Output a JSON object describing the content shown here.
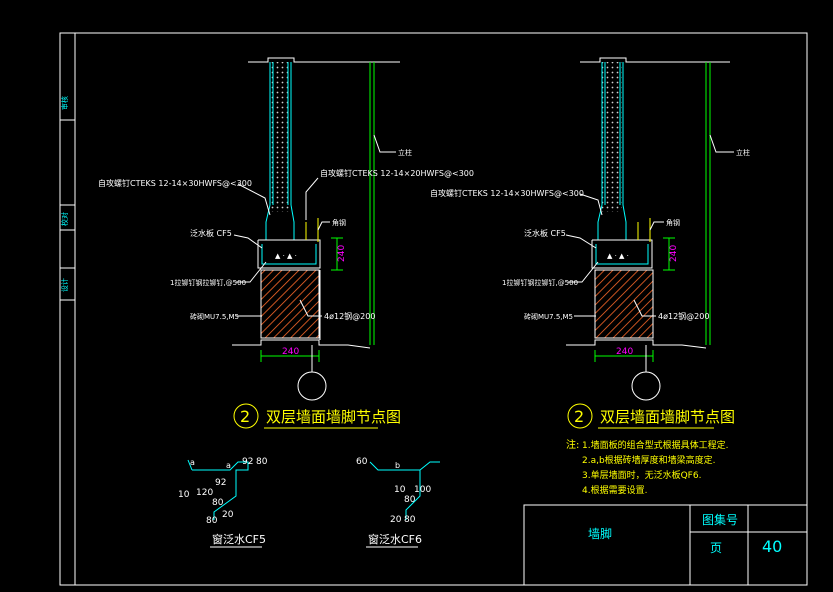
{
  "side_tabs": [
    "审核",
    "校对",
    "设计"
  ],
  "left_detail": {
    "callout_screw_upper": "自攻螺钉CTEKS 12-14×20HWFS@<300",
    "callout_screw_lower": "自攻螺钉CTEKS 12-14×30HWFS@<300",
    "label_flashing": "泛水板 CF5",
    "label_rivet": "1拉铆钉钢拉铆钉,@500",
    "label_masonry": "砖砌MU7.5,M5",
    "label_rebar": "4ø12钢@200",
    "label_angle": "角钢",
    "label_column": "立柱",
    "dim_width": "240",
    "dim_height": "240",
    "circle_number": "2",
    "title": "双层墙面墙脚节点图"
  },
  "right_detail": {
    "callout_screw_lower": "自攻螺钉CTEKS 12-14×30HWFS@<300",
    "label_flashing": "泛水板 CF5",
    "label_rivet": "1拉铆钉钢拉铆钉,@500",
    "label_masonry": "砖砌MU7.5,M5",
    "label_rebar": "4ø12钢@200",
    "label_angle": "角钢",
    "label_column": "立柱",
    "dim_width": "240",
    "dim_height": "240",
    "circle_number": "2",
    "title": "双层墙面墙脚节点图"
  },
  "notes": {
    "heading": "注:",
    "items": [
      "1.墙面板的组合型式根据具体工程定.",
      "2.a,b根据砖墙厚度和墙梁高度定.",
      "3.单层墙面时，无泛水板QF6.",
      "4.根据需要设置."
    ]
  },
  "profile_cf5": {
    "label": "窗泛水CF5",
    "dims": [
      "a",
      "92",
      "80",
      "92",
      "10",
      "120",
      "80",
      "80",
      "20"
    ]
  },
  "profile_cf6": {
    "label": "窗泛水CF6",
    "dims": [
      "60",
      "b",
      "10",
      "80",
      "100",
      "20",
      "80"
    ]
  },
  "title_block": {
    "drawing_name": "墙脚",
    "atlas_label": "图集号",
    "page_label": "页",
    "page_number": "40"
  },
  "colors": {
    "background": "#000000",
    "frame": "#ffffff",
    "cyan": "#00ffff",
    "green": "#00ff00",
    "yellow": "#ffff00",
    "magenta": "#ff00ff",
    "hatch": "#ff6a2a"
  }
}
